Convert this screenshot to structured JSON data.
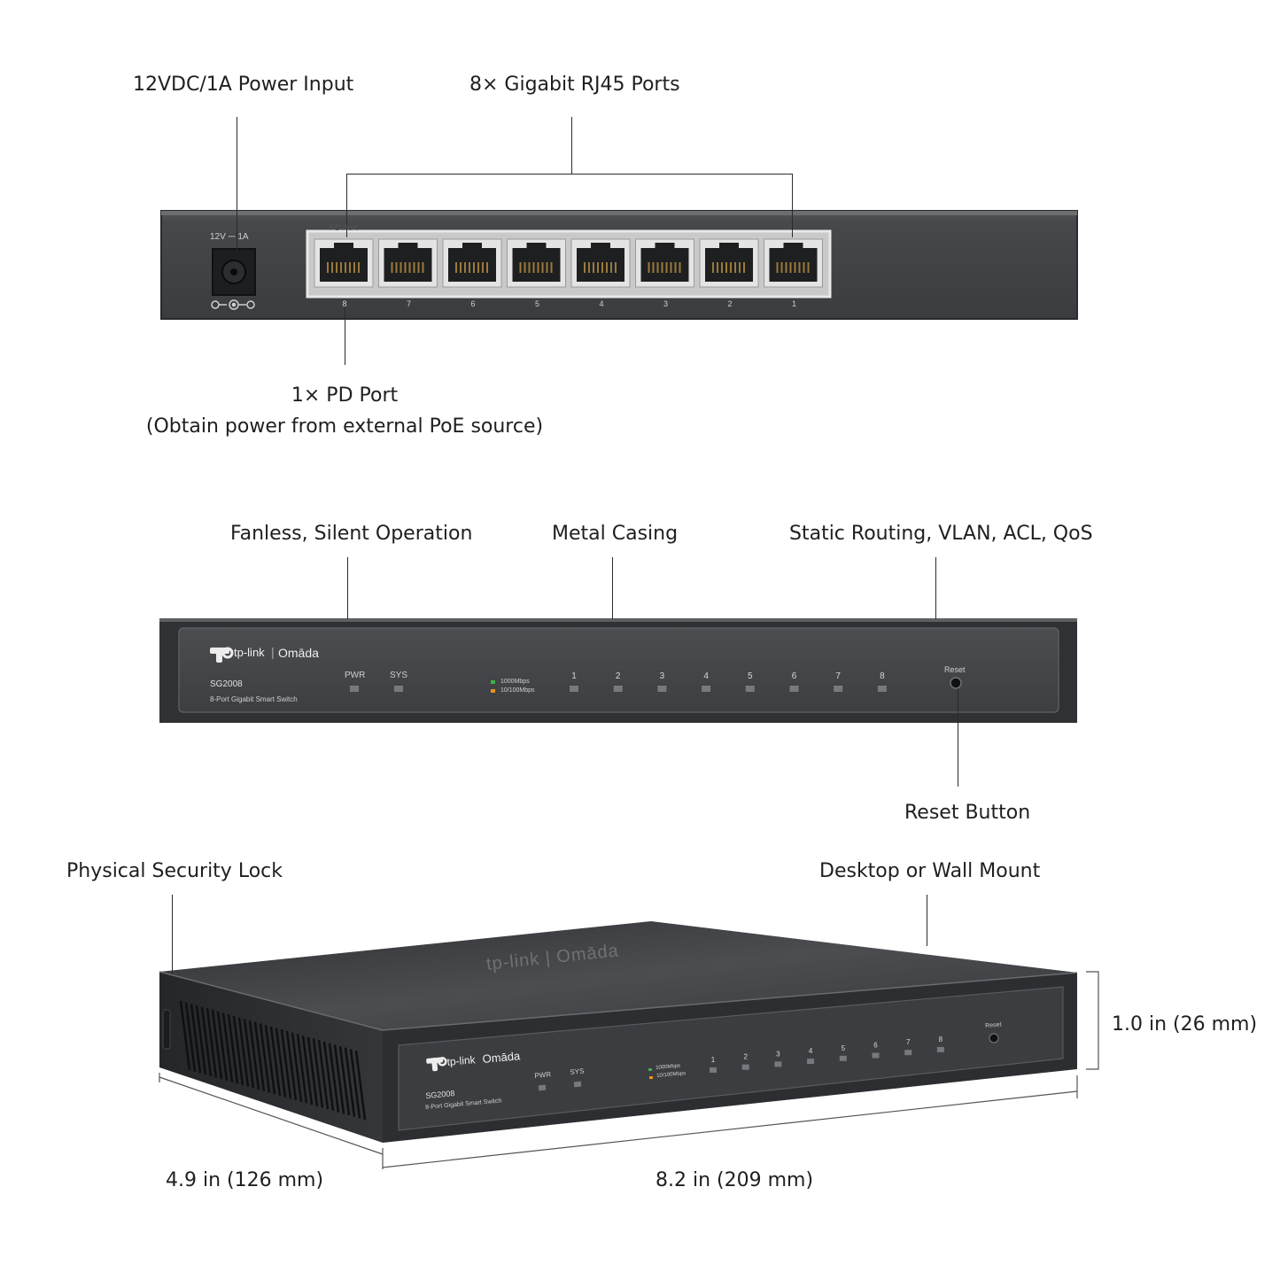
{
  "back_panel": {
    "power_label": "12VDC/1A Power Input",
    "ports_label": "8× Gigabit RJ45 Ports",
    "pd_label": "1× PD Port",
    "pd_sublabel": "(Obtain power from external PoE source)",
    "power_marking": "12V ⎓ 1A",
    "pd_port_marking": "PD Port",
    "port_numbers": [
      "8",
      "7",
      "6",
      "5",
      "4",
      "3",
      "2",
      "1"
    ]
  },
  "front_panel": {
    "fanless_label": "Fanless, Silent Operation",
    "metal_label": "Metal Casing",
    "features_label": "Static Routing, VLAN, ACL, QoS",
    "reset_button_label": "Reset Button",
    "brand_tp": "tp-link",
    "brand_omada": "Omāda",
    "model": "SG2008",
    "model_desc": "8-Port Gigabit Smart Switch",
    "pwr": "PWR",
    "sys": "SYS",
    "legend_1000": "1000Mbps",
    "legend_100": "10/100Mbps",
    "port_numbers": [
      "1",
      "2",
      "3",
      "4",
      "5",
      "6",
      "7",
      "8"
    ],
    "reset": "Reset"
  },
  "perspective": {
    "lock_label": "Physical Security Lock",
    "mount_label": "Desktop or Wall Mount",
    "height_label": "1.0 in (26 mm)",
    "depth_label": "4.9 in (126 mm)",
    "width_label": "8.2 in (209 mm)",
    "top_brand": "tp-link | Omāda",
    "brand_tp": "tp-link",
    "brand_omada": "Omāda",
    "model": "SG2008",
    "model_desc": "8-Port Gigabit Smart Switch",
    "pwr": "PWR",
    "sys": "SYS",
    "legend_1000": "1000Mbps",
    "legend_100": "10/100Mbps",
    "port_numbers": [
      "1",
      "2",
      "3",
      "4",
      "5",
      "6",
      "7",
      "8"
    ],
    "reset": "Reset"
  },
  "colors": {
    "case_dark": "#3a3c3f",
    "case_mid": "#4a4c50",
    "port_silver": "#d6d6d6",
    "led_green": "#3bb34a",
    "led_orange": "#e8931e"
  }
}
